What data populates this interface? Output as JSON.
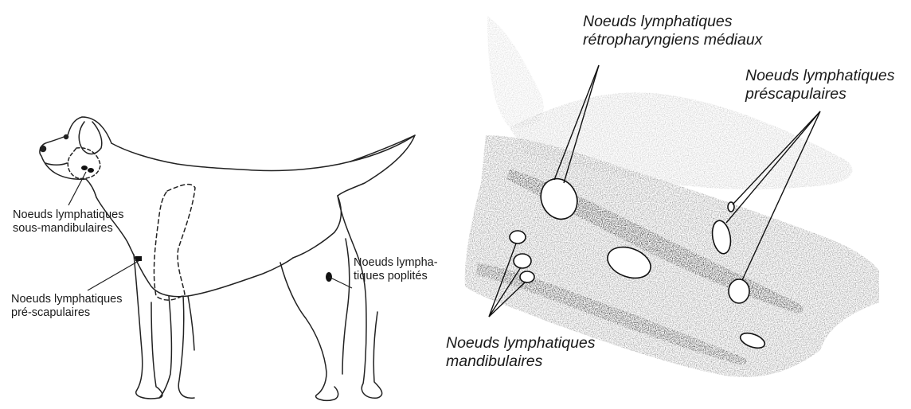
{
  "left_panel": {
    "labels": {
      "sous_mandibulaires": [
        "Noeuds lymphatiques",
        "sous-mandibulaires"
      ],
      "pre_scapulaires": [
        "Noeuds lymphatiques",
        "pré-scapulaires"
      ],
      "poplites": [
        "Noeuds lympha-",
        "tiques poplités"
      ]
    }
  },
  "right_panel": {
    "labels": {
      "retropharyngiens": [
        "Noeuds lymphatiques",
        "rétropharyngiens médiaux"
      ],
      "prescapulaires": [
        "Noeuds lymphatiques",
        "préscapulaires"
      ],
      "mandibulaires": [
        "Noeuds lymphatiques",
        "mandibulaires"
      ]
    }
  },
  "colors": {
    "ink": "#1a1a1a",
    "background": "#ffffff"
  }
}
